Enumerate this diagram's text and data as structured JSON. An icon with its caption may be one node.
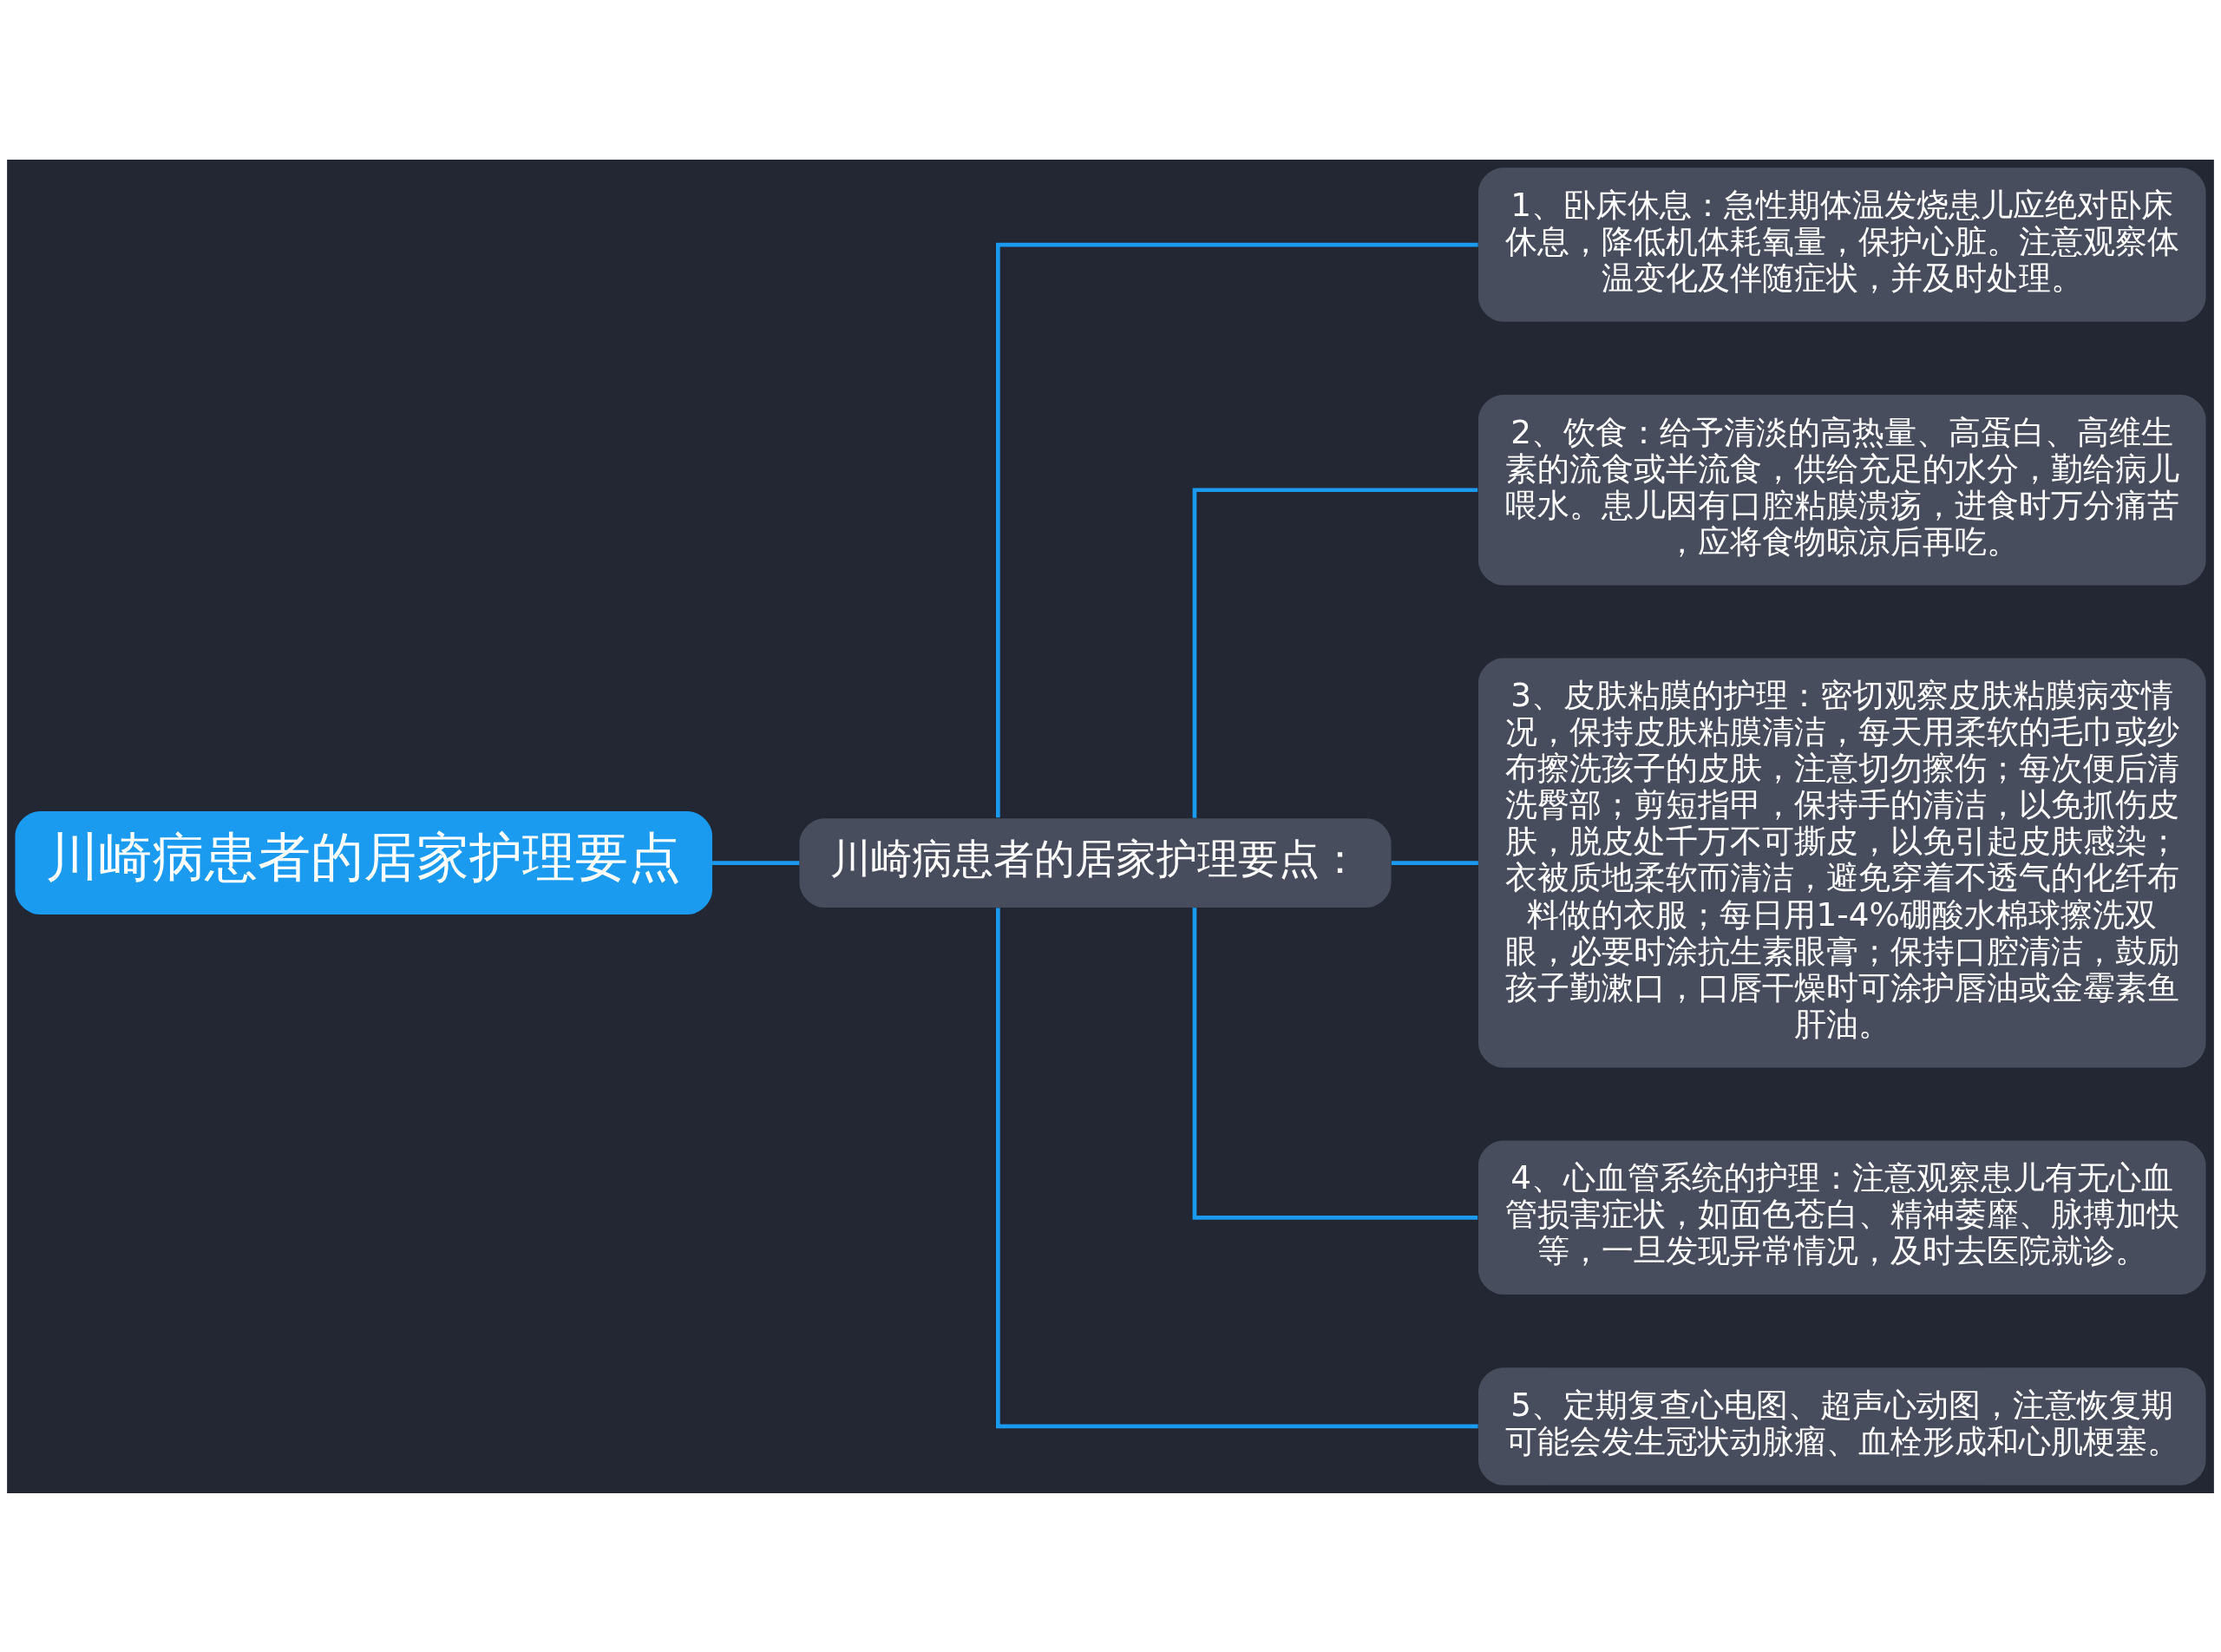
{
  "diagram": {
    "nodes": [
      {
        "text": [
          "川崎病患者的居家护理要点"
        ]
      },
      {
        "text": [
          "川崎病患者的居家护理要点："
        ]
      },
      {
        "text": [
          "1、卧床休息：急性期体温发烧患儿应绝对卧床休息，降低机体耗氧量，保护心脏。注意观察体温变化及伴随症状，并及时处理。"
        ]
      },
      {
        "text": [
          "2、饮食：给予清淡的高热量、高蛋白、高维生素的流食或半流食，供给充足的水分，勤给病儿喂水。患儿因有口腔粘膜溃疡，进食时万分痛苦，应将食物晾凉后再吃。"
        ]
      },
      {
        "text": [
          "3、皮肤粘膜的护理：密切观察皮肤粘膜病变情况，保持皮肤粘膜清洁，每天用柔软的毛巾或纱布擦洗孩子的皮肤，注意切勿擦伤；每次便后清洗臀部；剪短指甲，保持手的清洁，以免抓伤皮肤，脱皮处千万不可撕皮，以免引起皮肤感染；衣被质地柔软而清洁，避免穿着不透气的化纤布料做的衣服；每日用1-4%硼酸水棉球擦洗双眼，必要时涂抗生素眼膏；保持口腔清洁，鼓励孩子勤漱口，口唇干燥时可涂护唇油或金霉素鱼肝油。"
        ]
      },
      {
        "text": [
          "4、心血管系统的护理：注意观察患儿有无心血管损害症状，如面色苍白、精神萎靡、脉搏加快等，一旦发现异常情况，及时去医院就诊。"
        ]
      },
      {
        "text": [
          "5、定期复查心电图、超声心动图，注意恢复期可能会发生冠状动脉瘤、血栓形成和心肌梗塞。"
        ]
      }
    ],
    "edges": [
      {
        "from": 0,
        "to": 1,
        "arrow": "none"
      },
      {
        "from": 1,
        "to": 2,
        "arrow": "none"
      },
      {
        "from": 1,
        "to": 3,
        "arrow": "none"
      },
      {
        "from": 1,
        "to": 4,
        "arrow": "none"
      },
      {
        "from": 1,
        "to": 5,
        "arrow": "none"
      },
      {
        "from": 1,
        "to": 6,
        "arrow": "none"
      }
    ]
  }
}
